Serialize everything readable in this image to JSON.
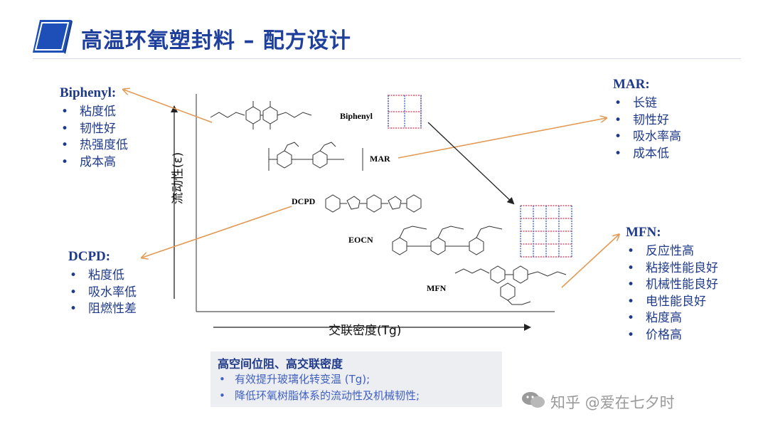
{
  "header": {
    "title": "高温环氧塑封料 – 配方设计"
  },
  "biphenyl": {
    "title": "Biphenyl:",
    "items": [
      "粘度低",
      "韧性好",
      "热强度低",
      "成本高"
    ]
  },
  "dcpd": {
    "title": "DCPD:",
    "items": [
      "粘度低",
      "吸水率低",
      "阻燃性差"
    ]
  },
  "mar": {
    "title": "MAR:",
    "items": [
      "长链",
      "韧性好",
      "吸水率高",
      "成本低"
    ]
  },
  "mfn": {
    "title": "MFN:",
    "items": [
      "反应性高",
      "粘接性能良好",
      "机械性能良好",
      "电性能良好",
      "粘度高",
      "价格高"
    ]
  },
  "diagram": {
    "y_axis_label": "流动性(ε)",
    "x_axis_label": "交联密度(Tg)",
    "molecules": [
      "Biphenyl",
      "MAR",
      "DCPD",
      "EOCN",
      "MFN"
    ]
  },
  "note": {
    "title": "高空间位阻、高交联密度",
    "items": [
      "有效提升玻璃化转变温 (Tg);",
      "降低环氧树脂体系的流动性及机械韧性;"
    ]
  },
  "watermark": {
    "text": "知乎 @爱在七夕时"
  },
  "colors": {
    "title": "#1e3f9c",
    "list_text": "#1f3a8a",
    "note_text": "#4060c0",
    "arrow_orange": "#e39a55",
    "network_red": "#e0506a",
    "network_blue": "#4a6fd8"
  }
}
